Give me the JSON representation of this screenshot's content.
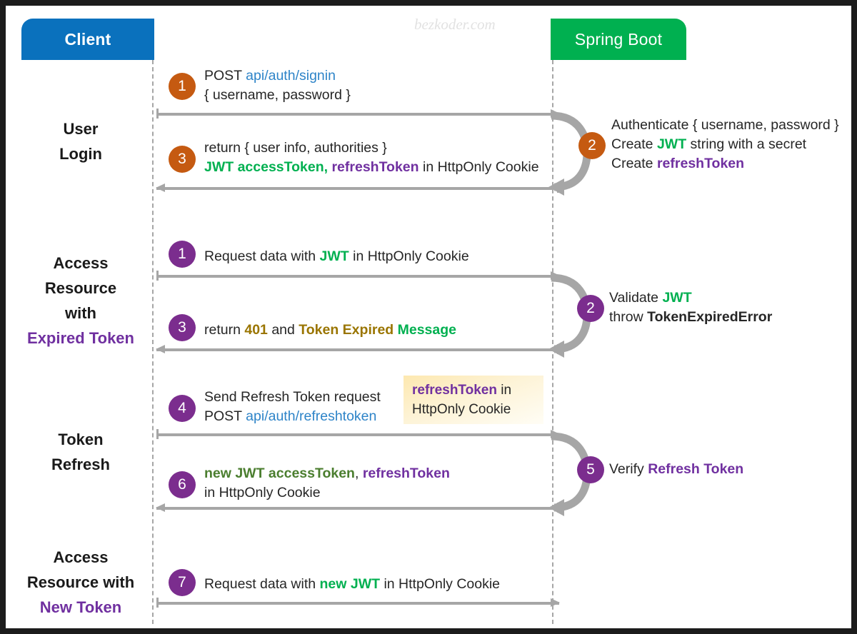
{
  "diagram": {
    "watermark": "bezkoder.com",
    "actors": {
      "client": "Client",
      "server": "Spring Boot"
    },
    "colors": {
      "client_box": "#0a71bd",
      "server_box": "#00b050",
      "badge_orange": "#c55a11",
      "badge_purple": "#7b2d8e",
      "lifeline": "#a6a6a6",
      "arrow": "#a6a6a6",
      "accent_green": "#00b050",
      "accent_green_dark": "#4b7e2f",
      "accent_purple": "#7030a0",
      "accent_blue": "#2e84c8",
      "accent_gold": "#9a7500",
      "callout_bg": "#fde8b0"
    },
    "phases": [
      {
        "name": "user-login",
        "line1": "User",
        "line2": "Login",
        "line3": "",
        "line4": ""
      },
      {
        "name": "access-expired-token",
        "line1": "Access",
        "line2": "Resource",
        "line3": "with",
        "line4": "Expired Token"
      },
      {
        "name": "token-refresh",
        "line1": "Token",
        "line2": "Refresh",
        "line3": "",
        "line4": ""
      },
      {
        "name": "access-new-token",
        "line1": "Access",
        "line2": "Resource with",
        "line3": "",
        "line4": "New Token"
      }
    ],
    "steps": {
      "s1": {
        "num": "1",
        "color": "orange",
        "l1_a": "POST ",
        "l1_b": "api/auth/signin",
        "l2": "{ username, password }"
      },
      "s2": {
        "num": "2",
        "color": "orange",
        "l1": "Authenticate { username, password }",
        "l2_a": "Create ",
        "l2_b": "JWT",
        "l2_c": " string with a secret",
        "l3_a": "Create ",
        "l3_b": "refreshToken"
      },
      "s3": {
        "num": "3",
        "color": "orange",
        "l1": "return { user info, authorities }",
        "l2_a": "JWT accessToken,",
        "l2_b": " refreshToken",
        "l2_c": " in HttpOnly Cookie"
      },
      "s4": {
        "num": "1",
        "color": "purple",
        "l1_a": "Request data with ",
        "l1_b": "JWT",
        "l1_c": " in HttpOnly Cookie"
      },
      "s5": {
        "num": "2",
        "color": "purple",
        "l1_a": "Validate ",
        "l1_b": "JWT",
        "l2_a": "throw ",
        "l2_b": "TokenExpiredError"
      },
      "s6": {
        "num": "3",
        "color": "purple",
        "l1_a": "return ",
        "l1_b": "401",
        "l1_c": " and ",
        "l1_d": "Token Expired",
        "l1_e": " Message"
      },
      "s7": {
        "num": "4",
        "color": "purple",
        "l1": "Send Refresh Token request",
        "l2_a": "POST ",
        "l2_b": "api/auth/refreshtoken"
      },
      "s8": {
        "num": "5",
        "color": "purple",
        "l1_a": "Verify ",
        "l1_b": "Refresh Token"
      },
      "s9": {
        "num": "6",
        "color": "purple",
        "l1_a": "new JWT accessToken",
        "l1_b": ", ",
        "l1_c": "refreshToken",
        "l2": "in HttpOnly Cookie"
      },
      "s10": {
        "num": "7",
        "color": "purple",
        "l1_a": "Request data with ",
        "l1_b": "new JWT",
        "l1_c": " in HttpOnly Cookie"
      }
    },
    "callout": {
      "line1_a": "refreshToken",
      "line1_b": " in",
      "line2": "HttpOnly Cookie"
    }
  }
}
